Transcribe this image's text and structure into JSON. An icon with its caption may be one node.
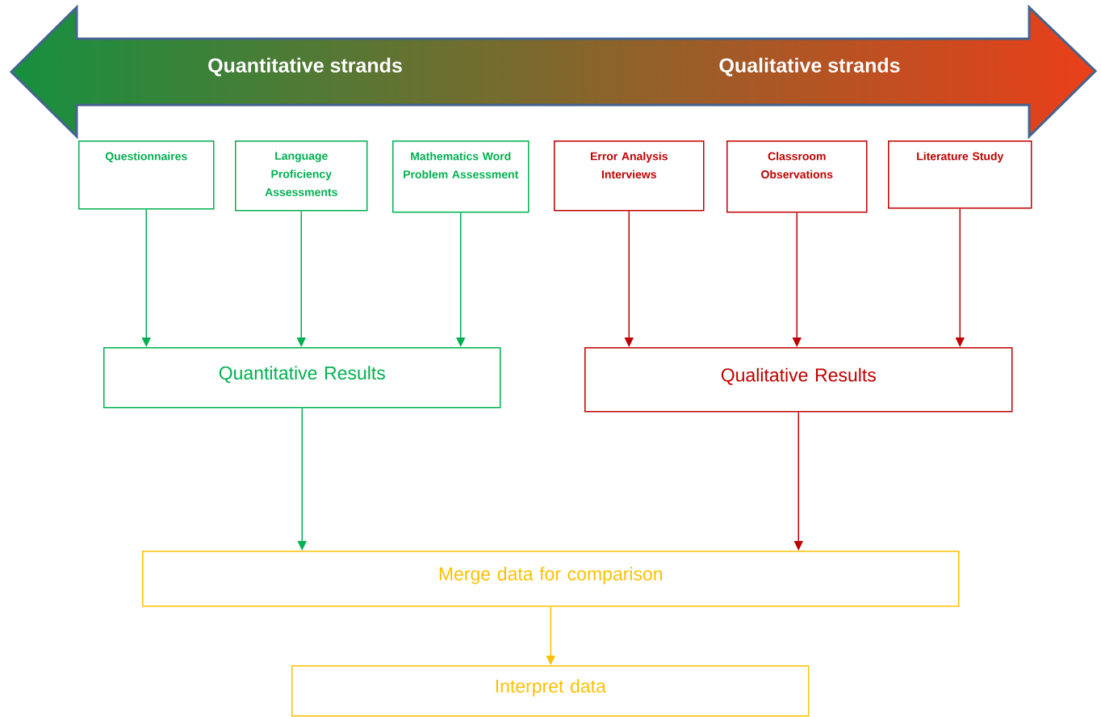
{
  "diagram": {
    "nodes": [
      {
        "text": [
          "Quantitative strands",
          "Qualitative strands"
        ]
      },
      {
        "text": [
          "Questionnaires"
        ]
      },
      {
        "text": [
          "Language Proficiency Assessments"
        ]
      },
      {
        "text": [
          "Mathematics Word Problem Assessment"
        ]
      },
      {
        "text": [
          "Error Analysis Interviews"
        ]
      },
      {
        "text": [
          "Classroom Observations"
        ]
      },
      {
        "text": [
          "Literature Study"
        ]
      },
      {
        "text": [
          "Quantitative Results"
        ]
      },
      {
        "text": [
          "Qualitative Results"
        ]
      },
      {
        "text": [
          "Merge data for comparison"
        ]
      },
      {
        "text": [
          "Interpret data"
        ]
      }
    ],
    "edges": [
      {
        "from": 1,
        "to": 7,
        "arrow": "to",
        "color": "#00b050"
      },
      {
        "from": 2,
        "to": 7,
        "arrow": "to",
        "color": "#00b050"
      },
      {
        "from": 3,
        "to": 7,
        "arrow": "to",
        "color": "#00b050"
      },
      {
        "from": 4,
        "to": 8,
        "arrow": "to",
        "color": "#c00000"
      },
      {
        "from": 5,
        "to": 8,
        "arrow": "to",
        "color": "#c00000"
      },
      {
        "from": 6,
        "to": 8,
        "arrow": "to",
        "color": "#c00000"
      },
      {
        "from": 7,
        "to": 9,
        "arrow": "to",
        "color": "#00b050"
      },
      {
        "from": 8,
        "to": 9,
        "arrow": "to",
        "color": "#c00000"
      },
      {
        "from": 9,
        "to": 10,
        "arrow": "to",
        "color": "#ffc000"
      }
    ]
  }
}
